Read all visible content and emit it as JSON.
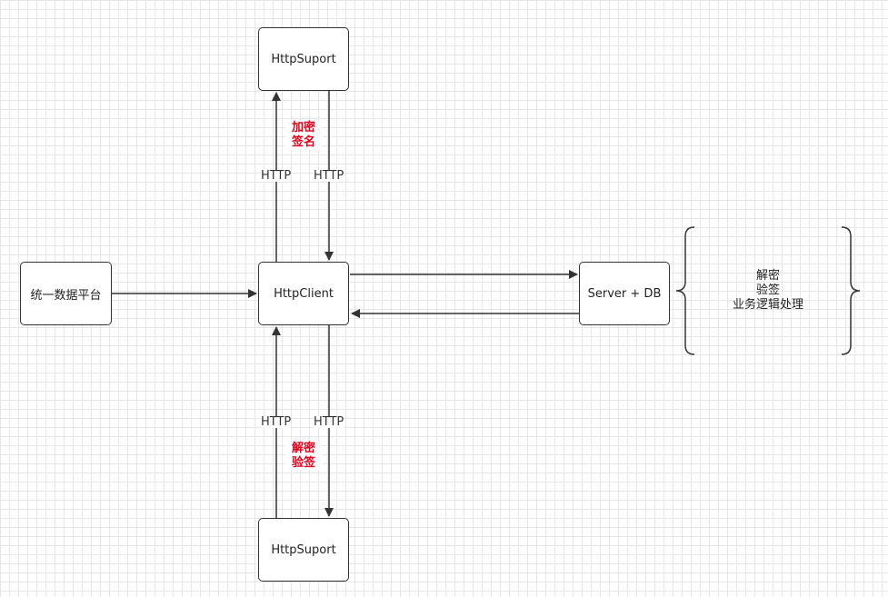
{
  "nodes": {
    "platform": "统一数据平台",
    "httpsuport_top": "HttpSuport",
    "httpclient": "HttpClient",
    "server_db": "Server + DB",
    "httpsuport_bottom": "HttpSuport"
  },
  "edges": {
    "top_left": "HTTP",
    "top_right": "HTTP",
    "bottom_left": "HTTP",
    "bottom_right": "HTTP"
  },
  "annotations": {
    "top": [
      "加密",
      "签名"
    ],
    "bottom": [
      "解密",
      "验签"
    ],
    "server": [
      "解密",
      "验签",
      "业务逻辑处理"
    ]
  },
  "colors": {
    "stroke": "#333333",
    "annotation_red": "#e3001b"
  }
}
